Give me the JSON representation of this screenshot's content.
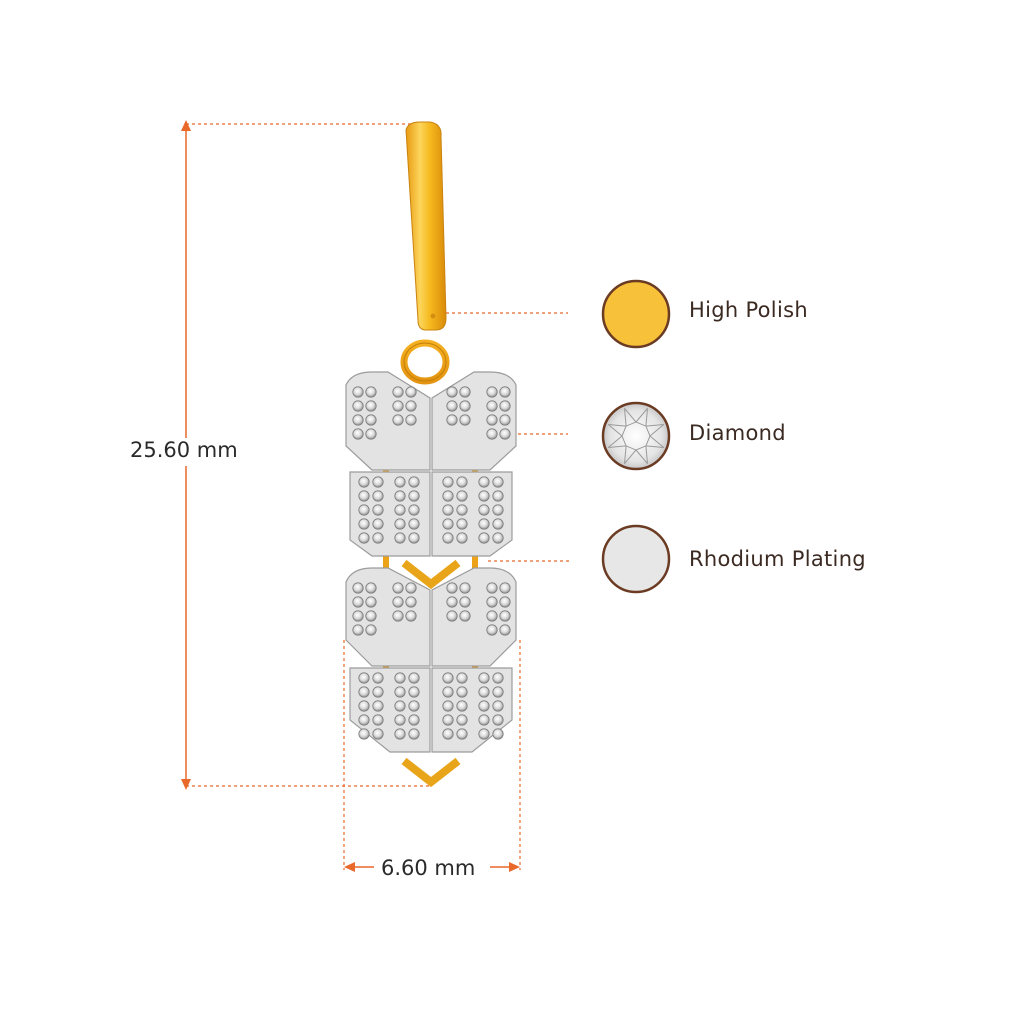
{
  "dimensions": {
    "height": "25.60 mm",
    "width": "6.60 mm"
  },
  "legend": [
    {
      "label": "High Polish",
      "swatch": "gold"
    },
    {
      "label": "Diamond",
      "swatch": "diamond"
    },
    {
      "label": "Rhodium Plating",
      "swatch": "rhodium"
    }
  ],
  "colors": {
    "accent": "#e8692a",
    "swatch_border": "#6b3b23",
    "gold": "#f7c23a",
    "rhodium": "#e7e7e7",
    "text": "#3b2a22"
  }
}
